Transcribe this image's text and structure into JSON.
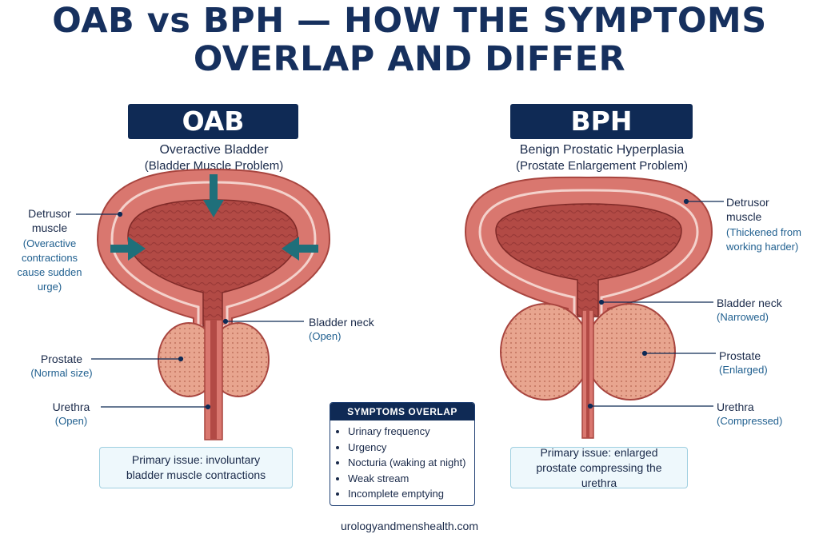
{
  "title": {
    "line1": "OAB vs BPH — HOW THE SYMPTOMS",
    "line2": "OVERLAP AND DIFFER"
  },
  "oab": {
    "badge": "OAB",
    "subtitle": "Overactive Bladder",
    "subtitle2": "(Bladder Muscle Problem)",
    "labels": {
      "detrusor": "Detrusor muscle",
      "detrusor_note": "(Overactive contractions cause sudden urge)",
      "bladder_neck": "Bladder neck",
      "bladder_neck_note": "(Open)",
      "prostate": "Prostate",
      "prostate_note": "(Normal size)",
      "urethra": "Urethra",
      "urethra_note": "(Open)"
    },
    "primary_issue": "Primary issue: involuntary bladder muscle contractions"
  },
  "bph": {
    "badge": "BPH",
    "subtitle": "Benign Prostatic Hyperplasia",
    "subtitle2": "(Prostate Enlargement Problem)",
    "labels": {
      "detrusor": "Detrusor muscle",
      "detrusor_note": "(Thickened from working harder)",
      "bladder_neck": "Bladder neck",
      "bladder_neck_note": "(Narrowed)",
      "prostate": "Prostate",
      "prostate_note": "(Enlarged)",
      "urethra": "Urethra",
      "urethra_note": "(Compressed)"
    },
    "primary_issue": "Primary issue: enlarged prostate compressing the urethra"
  },
  "overlap": {
    "heading": "SYMPTOMS OVERLAP",
    "items": [
      "Urinary frequency",
      "Urgency",
      "Nocturia (waking at night)",
      "Weak stream",
      "Incomplete emptying"
    ]
  },
  "footer": "urologyandmenshealth.com",
  "colors": {
    "navy": "#0f2a55",
    "title": "#16305e",
    "muscle": "#d9776f",
    "lumen": "#b24a45",
    "prostate": "#e8a58f",
    "arrow": "#1f6f7a",
    "note": "#1f5f8f"
  }
}
